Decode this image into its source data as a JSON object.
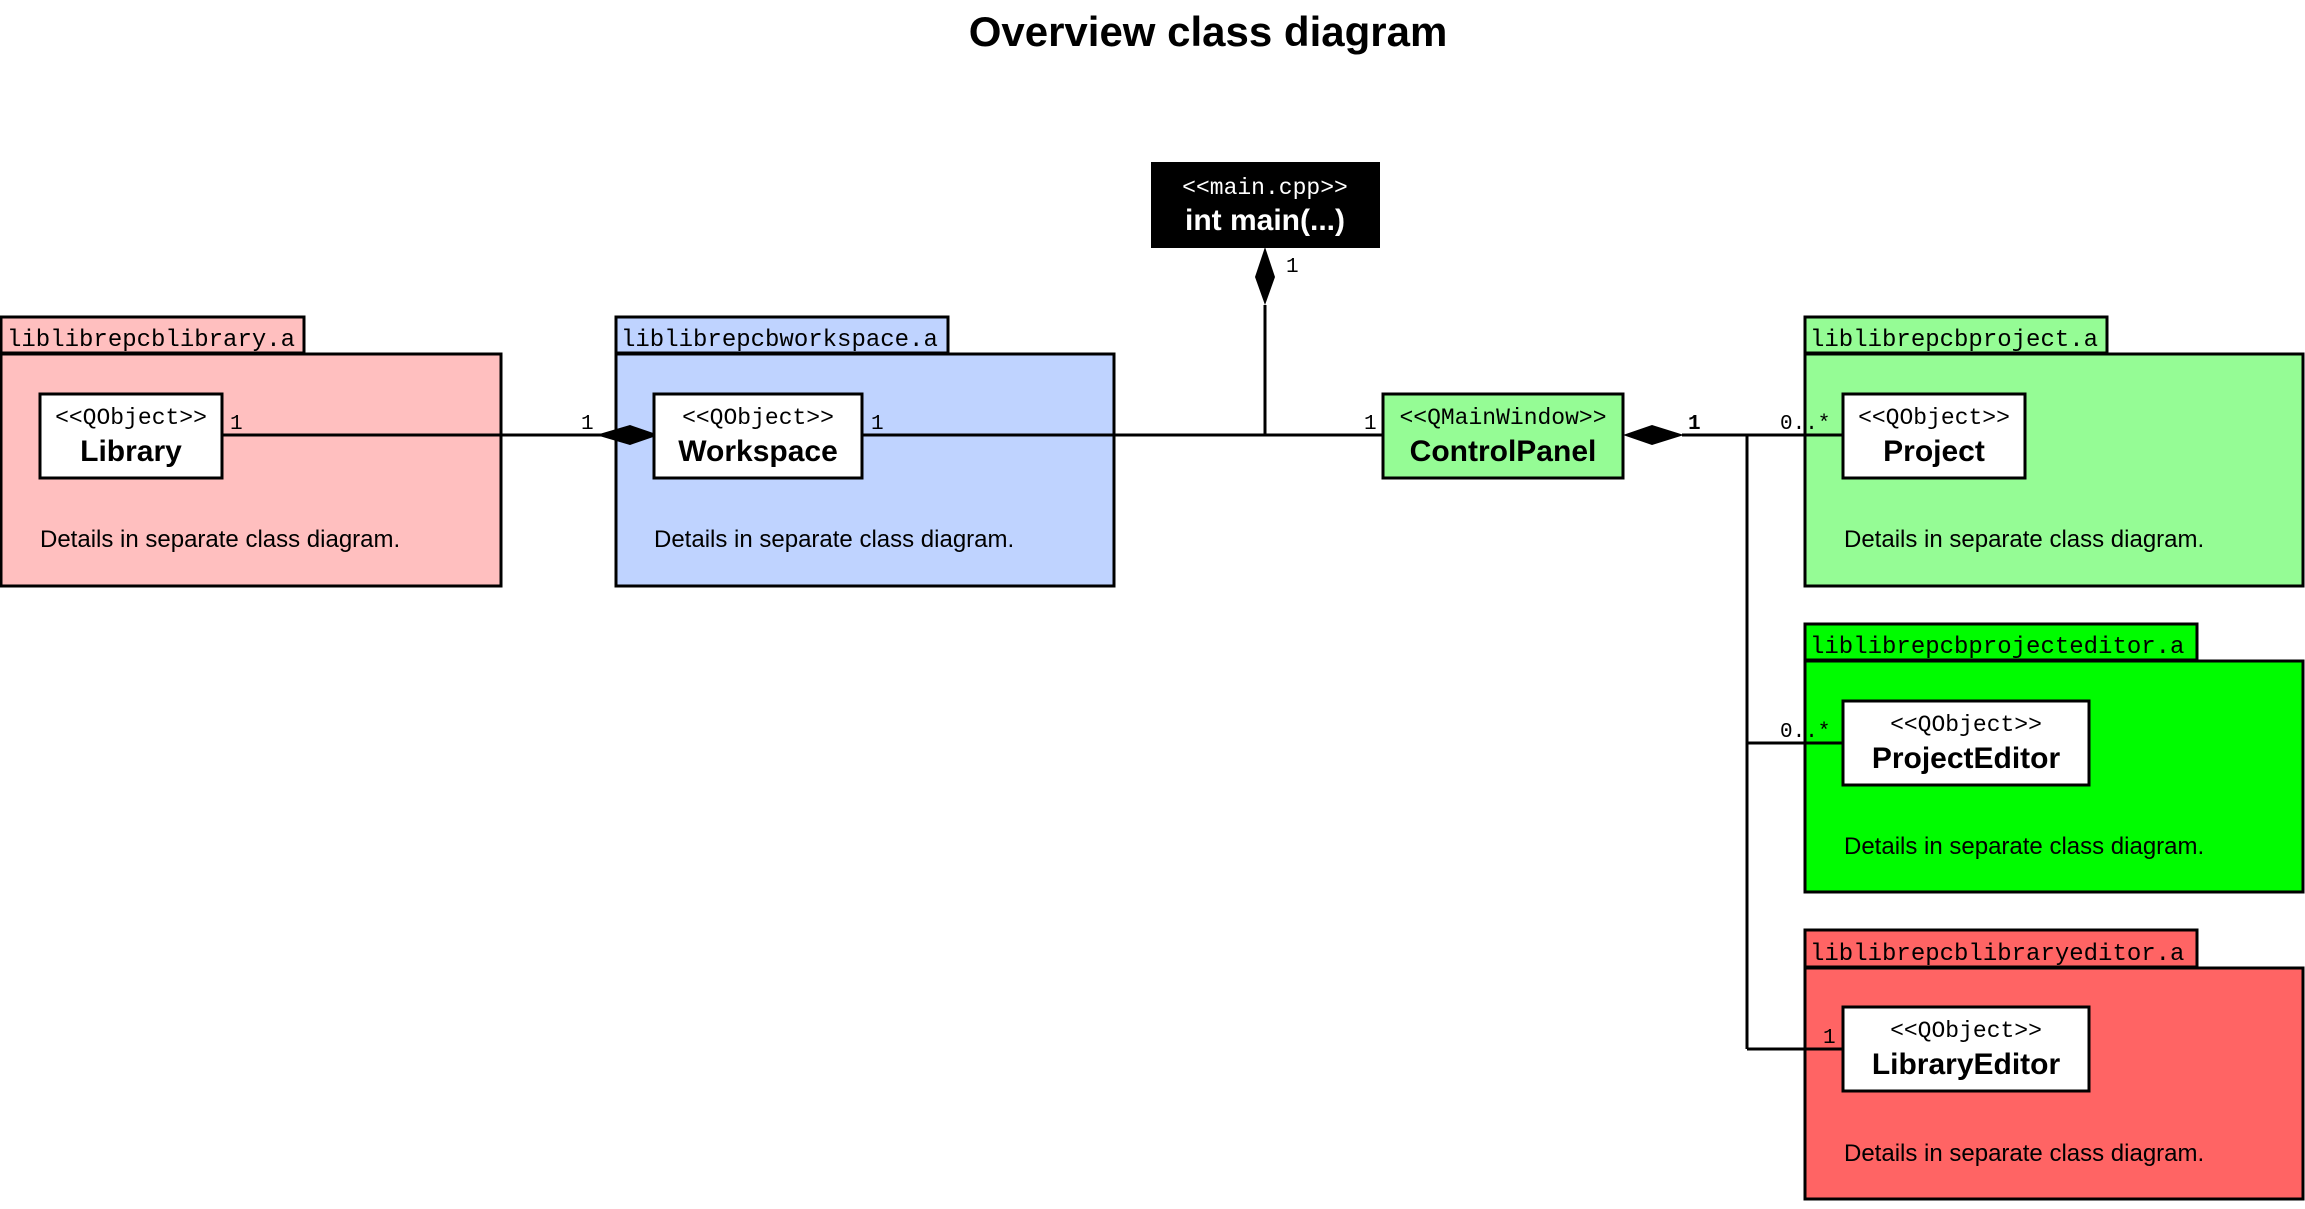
{
  "title": "Overview class diagram",
  "colors": {
    "library_package": "#ffbfbf",
    "workspace_package": "#bfd3ff",
    "project_package": "#95fc95",
    "projecteditor_package": "#00fc00",
    "libraryeditor_package": "#ff6464",
    "controlpanel_class": "#95fc95",
    "main_box": "#000000",
    "class_box": "#ffffff",
    "line": "#000000"
  },
  "main": {
    "stereotype": "<<main.cpp>>",
    "name": "int main(...)"
  },
  "packages": {
    "library": {
      "tab": "liblibrepcblibrary.a",
      "note": "Details in separate class diagram."
    },
    "workspace": {
      "tab": "liblibrepcbworkspace.a",
      "note": "Details in separate class diagram."
    },
    "project": {
      "tab": "liblibrepcbproject.a",
      "note": "Details in separate class diagram."
    },
    "projecteditor": {
      "tab": "liblibrepcbprojecteditor.a",
      "note": "Details in separate class diagram."
    },
    "libraryeditor": {
      "tab": "liblibrepcblibraryeditor.a",
      "note": "Details in separate class diagram."
    }
  },
  "classes": {
    "library": {
      "stereotype": "<<QObject>>",
      "name": "Library"
    },
    "workspace": {
      "stereotype": "<<QObject>>",
      "name": "Workspace"
    },
    "controlpanel": {
      "stereotype": "<<QMainWindow>>",
      "name": "ControlPanel"
    },
    "project": {
      "stereotype": "<<QObject>>",
      "name": "Project"
    },
    "projecteditor": {
      "stereotype": "<<QObject>>",
      "name": "ProjectEditor"
    },
    "libraryeditor": {
      "stereotype": "<<QObject>>",
      "name": "LibraryEditor"
    }
  },
  "multiplicities": {
    "main_controlpanel": "1",
    "library_end": "1",
    "workspace_library_end": "1",
    "workspace_controlpanel_end": "1",
    "controlpanel_workspace_end": "1",
    "controlpanel_children_end": "1",
    "project_end": "0..*",
    "projecteditor_end": "0..*",
    "libraryeditor_end": "1"
  }
}
